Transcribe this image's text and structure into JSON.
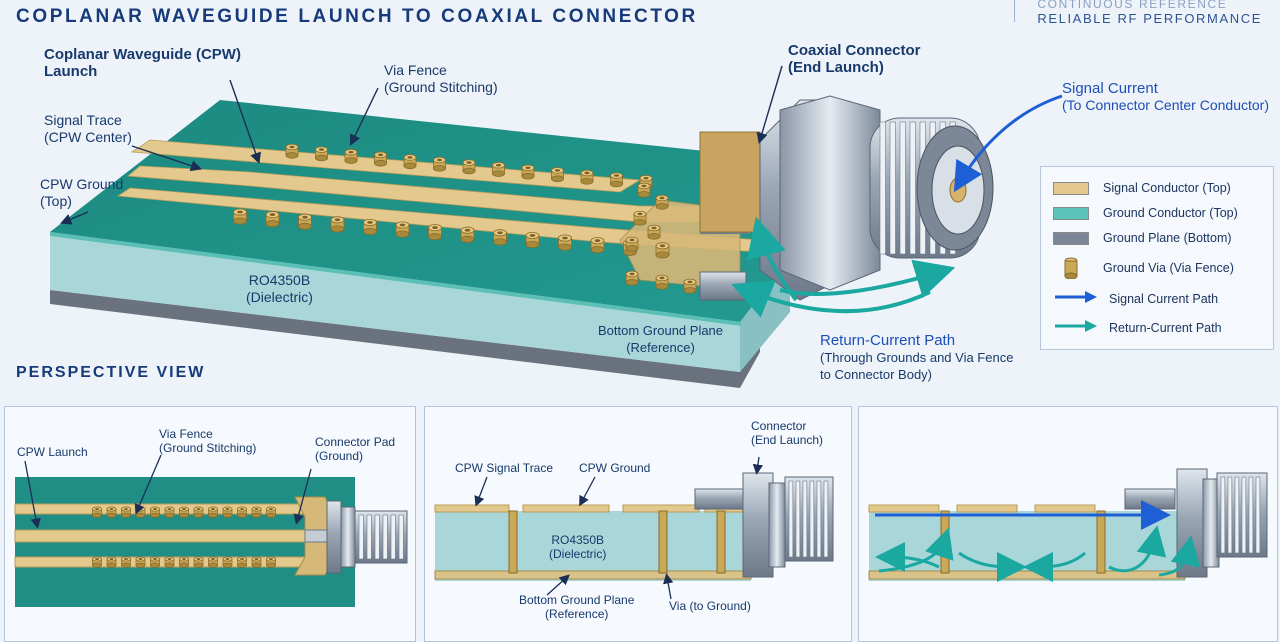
{
  "header": {
    "title": "COPLANAR WAVEGUIDE LAUNCH TO COAXIAL CONNECTOR",
    "tagline_faded": "CONTINUOUS REFERENCE",
    "tagline": "RELIABLE RF PERFORMANCE"
  },
  "perspective": {
    "cpw_launch": "Coplanar Waveguide (CPW)\nLaunch",
    "via_fence": "Via Fence",
    "via_fence_sub": "(Ground Stitching)",
    "signal_trace": "Signal Trace",
    "signal_trace_sub": "(CPW Center)",
    "cpw_ground": "CPW Ground",
    "cpw_ground_sub": "(Top)",
    "coax": "Coaxial Connector",
    "coax_sub": "(End Launch)",
    "signal_current": "Signal Current",
    "signal_current_sub": "(To Connector Center Conductor)",
    "dielectric": "RO4350B",
    "dielectric_sub": "(Dielectric)",
    "bottom_plane": "Bottom Ground Plane",
    "bottom_plane_sub": "(Reference)",
    "return_path": "Return-Current Path",
    "return_path_sub1": "(Through Grounds and Via Fence",
    "return_path_sub2": "to Connector Body)",
    "view_label": "PERSPECTIVE VIEW"
  },
  "legend": {
    "items": [
      {
        "label": "Signal Conductor (Top)",
        "color": "#e3c98d"
      },
      {
        "label": "Ground Conductor (Top)",
        "color": "#5cc3bb"
      },
      {
        "label": "Ground Plane (Bottom)",
        "color": "#7b8796"
      },
      {
        "label": "Ground Via (Via Fence)",
        "color": "#c9a955"
      },
      {
        "label": "Signal Current Path",
        "color": "#1f5fd6"
      },
      {
        "label": "Return-Current Path",
        "color": "#1a9a9a"
      }
    ]
  },
  "panel_top": {
    "cpw_launch": "CPW Launch",
    "via_fence": "Via Fence",
    "via_fence_sub": "(Ground Stitching)",
    "connector_pad": "Connector Pad",
    "connector_pad_sub": "(Ground)"
  },
  "panel_side": {
    "connector": "Connector",
    "connector_sub": "(End Launch)",
    "signal_trace": "CPW Signal Trace",
    "cpw_ground": "CPW Ground",
    "dielectric": "RO4350B",
    "dielectric_sub": "(Dielectric)",
    "bottom_plane": "Bottom Ground Plane",
    "bottom_plane_sub": "(Reference)",
    "via": "Via (to Ground)"
  },
  "colors": {
    "board_top": "#1f8f86",
    "board_side": "#a9d6d8",
    "signal": "#e3c98d",
    "via": "#c9a955",
    "signal_arrow": "#1f5fd6",
    "return_arrow": "#1aa8a0",
    "metal": "#a5b0bd"
  }
}
